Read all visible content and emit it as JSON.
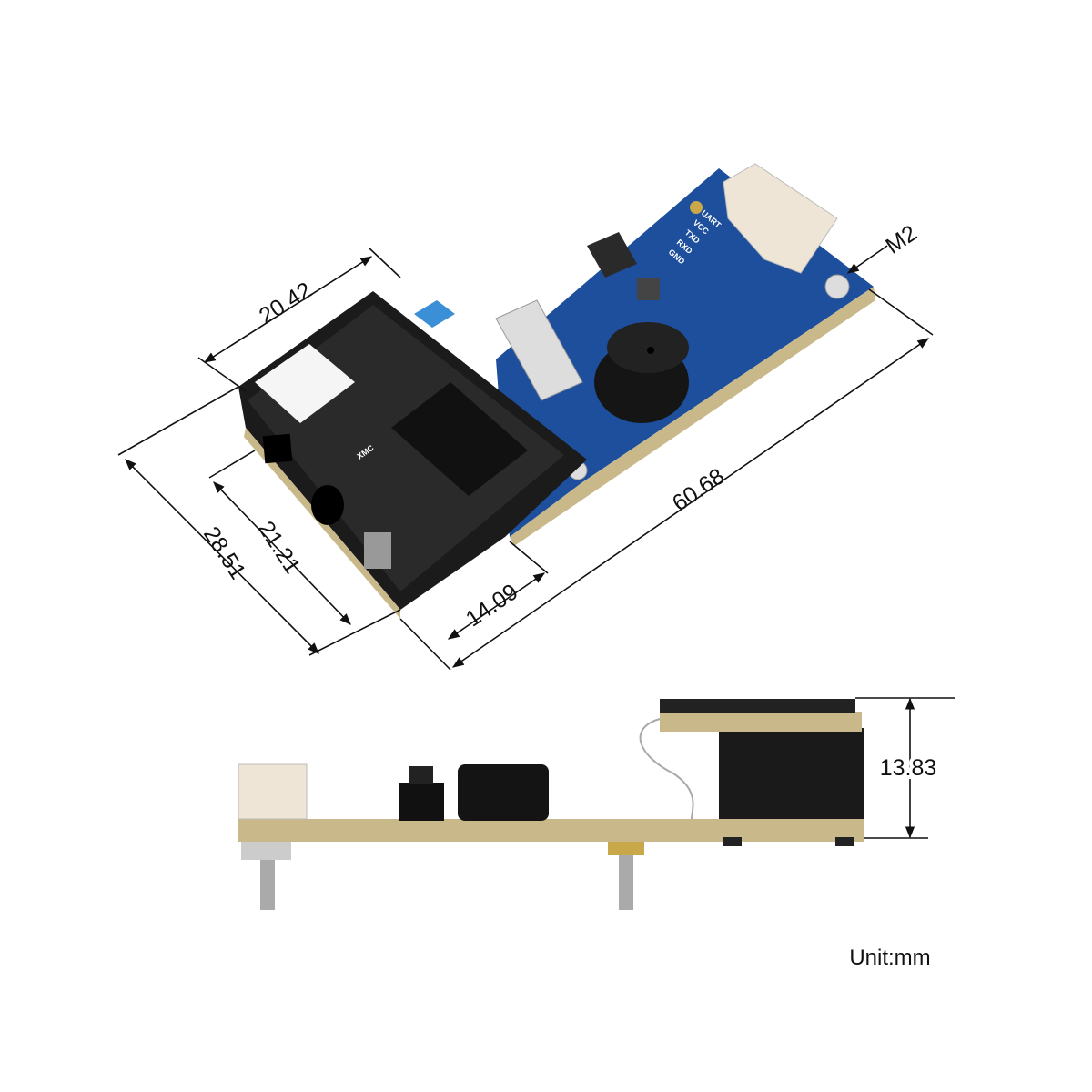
{
  "dimensions": {
    "width_top": "20.42",
    "length": "60.68",
    "depth_outer": "28.51",
    "depth_inner": "21.21",
    "window_offset": "14.09",
    "height": "13.83",
    "screw": "M2"
  },
  "unit_label": "Unit:mm",
  "board_labels": {
    "uart": "UART",
    "vcc": "VCC",
    "txd": "TXD",
    "rxd": "RXD",
    "gnd": "GND",
    "chip": "XMC"
  },
  "colors": {
    "pcb_blue": "#1d4f9c",
    "module_black": "#1b1b1b",
    "pcb_edge": "#c9b98a",
    "connector": "#eee5d6"
  }
}
